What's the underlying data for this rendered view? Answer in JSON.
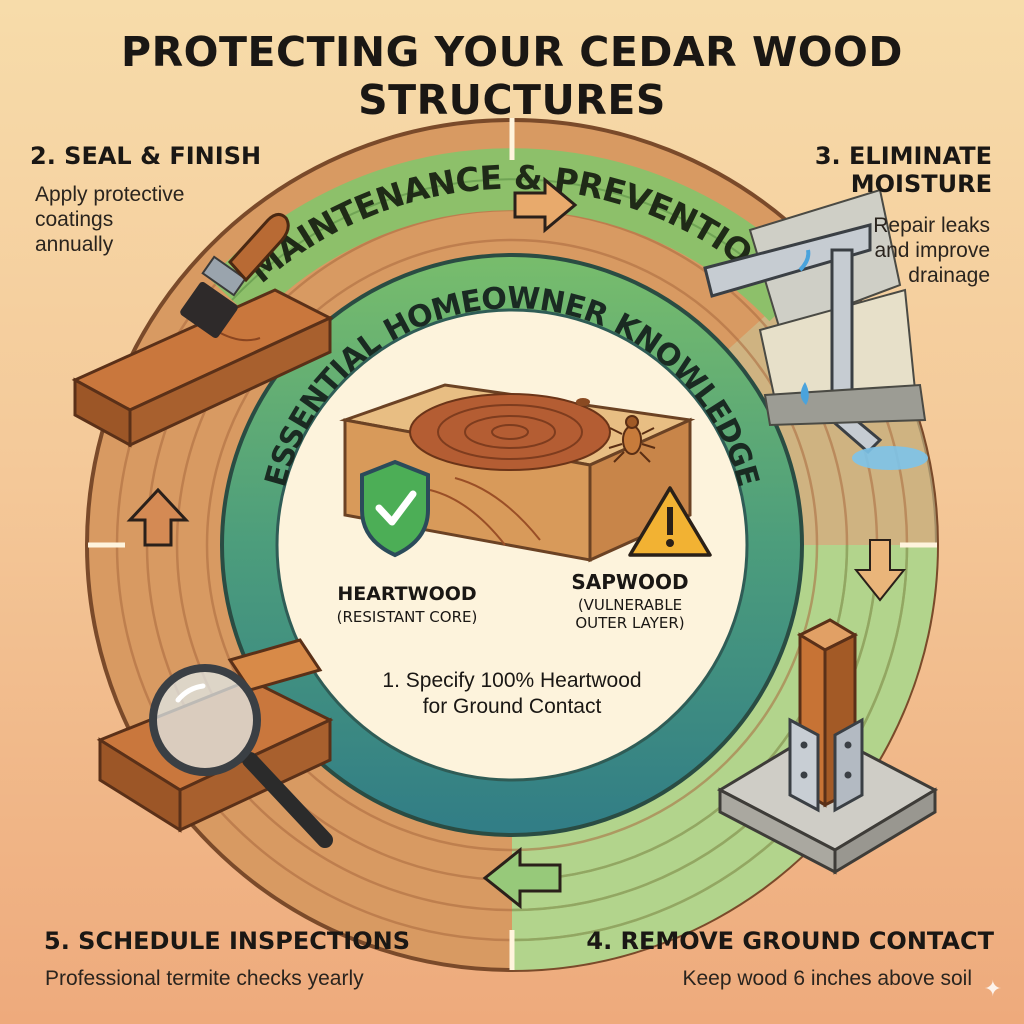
{
  "title": "PROTECTING YOUR CEDAR WOOD STRUCTURES",
  "outer_ring_label": "MAINTENANCE & PREVENTION",
  "inner_ring_label": "ESSENTIAL HOMEOWNER KNOWLEDGE",
  "steps": {
    "seal": {
      "heading": "2. SEAL & FINISH",
      "body_lines": [
        "Apply protective",
        "coatings",
        "annually"
      ]
    },
    "moisture": {
      "heading_lines": [
        "3. ELIMINATE",
        "MOISTURE"
      ],
      "body_lines": [
        "Repair leaks",
        "and improve",
        "drainage"
      ]
    },
    "ground": {
      "heading": "4. REMOVE GROUND CONTACT",
      "body": "Keep wood 6 inches above soil"
    },
    "inspect": {
      "heading": "5. SCHEDULE INSPECTIONS",
      "body": "Professional termite checks yearly"
    }
  },
  "center": {
    "heartwood": {
      "heading": "HEARTWOOD",
      "sub": "(RESISTANT CORE)"
    },
    "sapwood": {
      "heading": "SAPWOOD",
      "sub_lines": [
        "(VULNERABLE",
        "OUTER LAYER)"
      ]
    },
    "step1_lines": [
      "1. Specify 100% Heartwood",
      "for Ground Contact"
    ]
  },
  "colors": {
    "outer_ring_wood": "#d4955f",
    "outer_ring_green": "#a9cf86",
    "band_green": "#8dc06a",
    "inner_ring_teal": "#3f8f82",
    "inner_ring_green": "#6fb56a",
    "center_fill": "#fdf3dc",
    "shield_green": "#4cae56",
    "warning_yellow": "#f2b233"
  },
  "icons": [
    "paintbrush-icon",
    "gutter-drainage-icon",
    "post-anchor-icon",
    "magnifier-icon",
    "shield-check-icon",
    "warning-icon",
    "termite-icon"
  ]
}
